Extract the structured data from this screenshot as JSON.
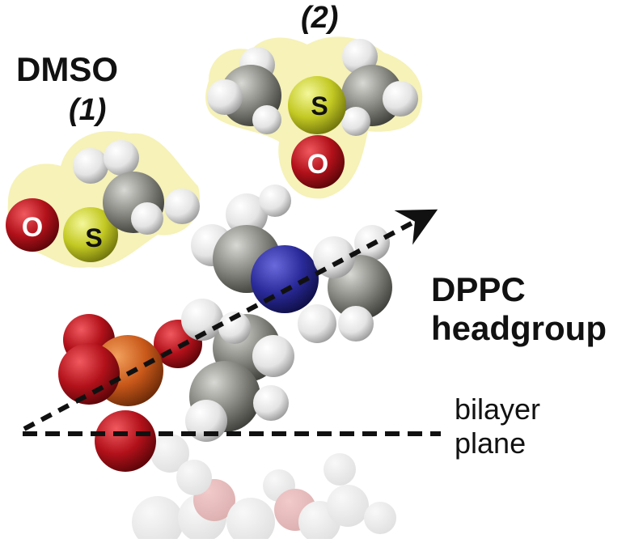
{
  "labels": {
    "dmso": "DMSO",
    "mol1": "(1)",
    "mol2": "(2)",
    "dppc_line1": "DPPC",
    "dppc_line2": "headgroup",
    "plane_line1": "bilayer",
    "plane_line2": "plane"
  },
  "atom_labels": {
    "m1_oxygen": "O",
    "m1_sulfur": "S",
    "m2_sulfur": "S",
    "m2_oxygen": "O"
  },
  "colors": {
    "background": "#ffffff",
    "halo": "#f6f2b8",
    "hydrogen": "#f2f2f2",
    "carbon": "#8a8a85",
    "sulfur": "#c9cf2a",
    "oxygen": "#b5121b",
    "nitrogen": "#2a2a8c",
    "phosphorus": "#c65a14",
    "text": "#111111"
  }
}
